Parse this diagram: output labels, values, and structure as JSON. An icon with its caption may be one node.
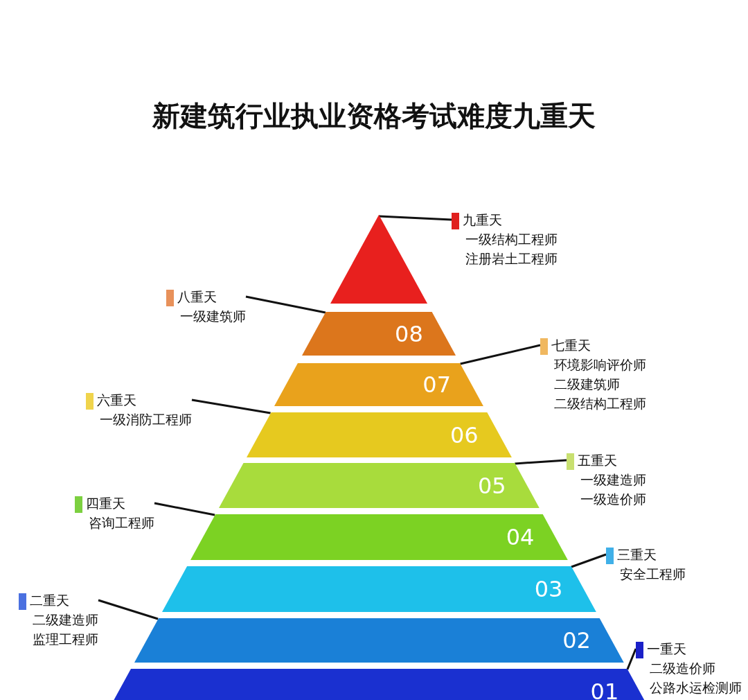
{
  "diagram": {
    "title": "新建筑行业执业资格考试难度九重天",
    "nodes": [
      {
        "text": [],
        "shape": "triangle"
      },
      {
        "text": [
          "08"
        ]
      },
      {
        "text": [
          "07"
        ]
      },
      {
        "text": [
          "06"
        ]
      },
      {
        "text": [
          "05"
        ]
      },
      {
        "text": [
          "04"
        ]
      },
      {
        "text": [
          "03"
        ]
      },
      {
        "text": [
          "02"
        ]
      },
      {
        "text": [
          "01"
        ]
      },
      {
        "text": [
          "九重天",
          "一级结构工程师",
          "注册岩土工程师"
        ]
      },
      {
        "text": [
          "八重天",
          "一级建筑师"
        ]
      },
      {
        "text": [
          "七重天",
          "环境影响评价师",
          "二级建筑师",
          "二级结构工程师"
        ]
      },
      {
        "text": [
          "六重天",
          "一级消防工程师"
        ]
      },
      {
        "text": [
          "五重天",
          "一级建造师",
          "一级造价师"
        ]
      },
      {
        "text": [
          "四重天",
          "咨询工程师"
        ]
      },
      {
        "text": [
          "三重天",
          "安全工程师"
        ]
      },
      {
        "text": [
          "二重天",
          "二级建造师",
          "监理工程师"
        ]
      },
      {
        "text": [
          "一重天",
          "二级造价师",
          "公路水运检测师"
        ]
      }
    ],
    "edges": [
      {
        "from": 9,
        "to": 0,
        "arrow": "none"
      },
      {
        "from": 10,
        "to": 1,
        "arrow": "none"
      },
      {
        "from": 11,
        "to": 2,
        "arrow": "none"
      },
      {
        "from": 12,
        "to": 3,
        "arrow": "none"
      },
      {
        "from": 13,
        "to": 4,
        "arrow": "none"
      },
      {
        "from": 14,
        "to": 5,
        "arrow": "none"
      },
      {
        "from": 15,
        "to": 6,
        "arrow": "none"
      },
      {
        "from": 16,
        "to": 7,
        "arrow": "none"
      },
      {
        "from": 17,
        "to": 8,
        "arrow": "none"
      }
    ]
  }
}
